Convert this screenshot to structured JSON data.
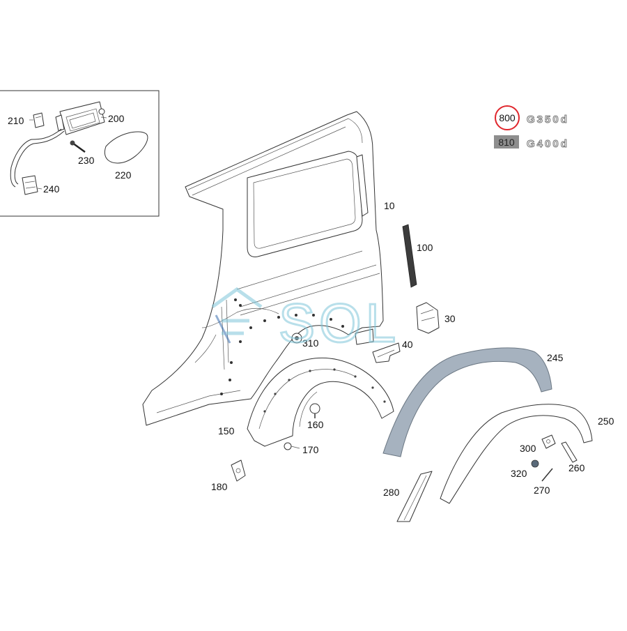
{
  "labels": {
    "p10": "10",
    "p30": "30",
    "p40": "40",
    "p100": "100",
    "p150": "150",
    "p160": "160",
    "p170": "170",
    "p180": "180",
    "p200": "200",
    "p210": "210",
    "p220": "220",
    "p230": "230",
    "p240": "240",
    "p245": "245",
    "p250": "250",
    "p260": "260",
    "p270": "270",
    "p280": "280",
    "p300": "300",
    "p310": "310",
    "p320": "320"
  },
  "variants": [
    {
      "code": "800",
      "model": "G350d"
    },
    {
      "code": "810",
      "model": "G400d"
    }
  ],
  "watermark": "SOL",
  "colors": {
    "highlight_ring": "#e0262c",
    "code_box": "#8e8e8e",
    "flare_fill": "#a6b2bf",
    "watermark": "#7fc6d9"
  }
}
